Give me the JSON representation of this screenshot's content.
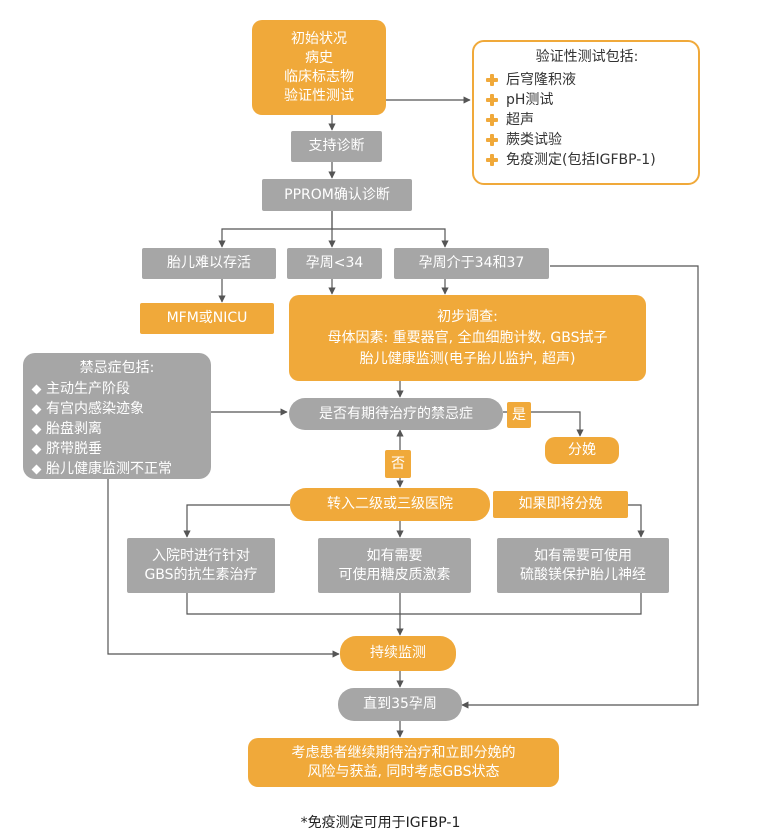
{
  "colors": {
    "orange": "#f0a93a",
    "grey": "#a6a6a6",
    "line": "#555555"
  },
  "nodes": {
    "initial": [
      "初始状况",
      "病史",
      "临床标志物",
      "验证性测试"
    ],
    "support": "支持诊断",
    "confirm": "PPROM确认诊断",
    "branch_nonviable": "胎儿难以存活",
    "branch_lt34": "孕周<34",
    "branch_34_37": "孕周介于34和37",
    "mfm_nicu": "MFM或NICU",
    "initial_exam": [
      "初步调查:",
      "母体因素: 重要器官, 全血细胞计数, GBS拭子",
      "胎儿健康监测(电子胎儿监护, 超声)"
    ],
    "contra_question": "是否有期待治疗的禁忌症",
    "yes": "是",
    "no": "否",
    "delivery": "分娩",
    "transfer": "转入二级或三级医院",
    "if_delivery": "如果即将分娩",
    "gbs_antibiotics": [
      "入院时进行针对",
      "GBS的抗生素治疗"
    ],
    "steroids": [
      "如有需要",
      "可使用糖皮质激素"
    ],
    "magnesium": [
      "如有需要可使用",
      "硫酸镁保护胎儿神经"
    ],
    "monitoring": "持续监测",
    "until35": "直到35孕周",
    "final": [
      "考虑患者继续期待治疗和立即分娩的",
      "风险与获益, 同时考虑GBS状态"
    ]
  },
  "verification_panel": {
    "title": "验证性测试包括:",
    "items": [
      "后穹隆积液",
      "pH测试",
      "超声",
      "蕨类试验",
      "免疫测定(包括IGFBP-1)"
    ]
  },
  "contraindication_panel": {
    "title": "禁忌症包括:",
    "items": [
      "主动生产阶段",
      "有宫内感染迹象",
      "胎盘剥离",
      "脐带脱垂",
      "胎儿健康监测不正常"
    ]
  },
  "footnote": "*免疫测定可用于IGFBP-1"
}
